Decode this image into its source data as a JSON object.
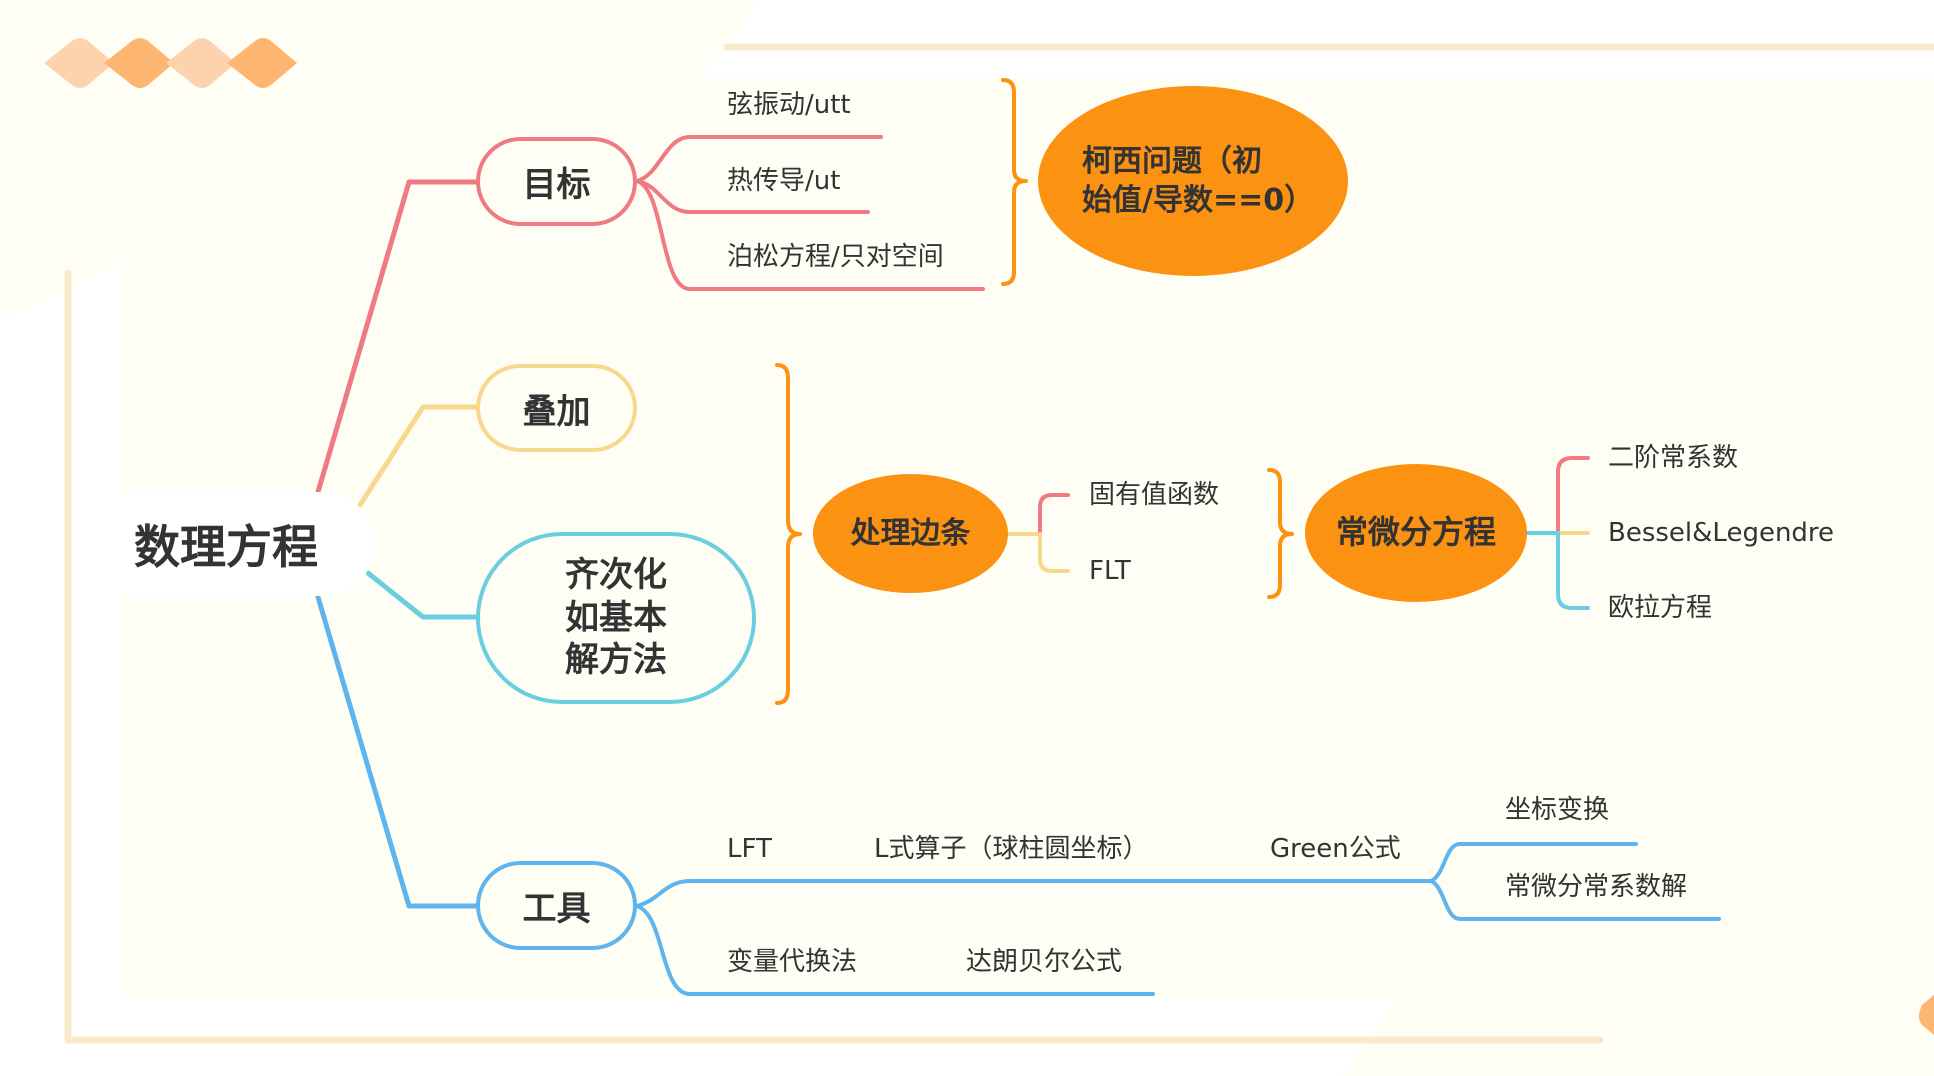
{
  "title": "数理方程",
  "colors": {
    "red": "#f07a82",
    "yellow": "#f7d88d",
    "cyan": "#6acde0",
    "blue": "#5db4ee",
    "orange": "#fb9212",
    "deco_light": "#fdd3ad",
    "deco_dark": "#fdb572",
    "frame": "#f8eacb"
  },
  "root": {
    "label": "数理方程"
  },
  "branches": {
    "goal": {
      "label": "目标",
      "children": [
        "弦振动/utt",
        "热传导/ut",
        "泊松方程/只对空间"
      ],
      "summary": {
        "line1": "柯西问题（初",
        "line2": "始值/导数==0）"
      }
    },
    "superposition": {
      "label": "叠加"
    },
    "homogenize": {
      "line1": "齐次化",
      "line2": "如基本",
      "line3": "解方法"
    },
    "boundary": {
      "label": "处理边条",
      "children": [
        "固有值函数",
        "FLT"
      ],
      "summary": {
        "label": "常微分方程",
        "children": [
          "二阶常系数",
          "Bessel&Legendre",
          "欧拉方程"
        ]
      }
    },
    "tools": {
      "label": "工具",
      "row1": [
        "LFT",
        "L式算子（球柱圆坐标）",
        "Green公式"
      ],
      "green_children": [
        "坐标变换",
        "常微分常系数解"
      ],
      "row2": [
        "变量代换法",
        "达朗贝尔公式"
      ]
    }
  }
}
